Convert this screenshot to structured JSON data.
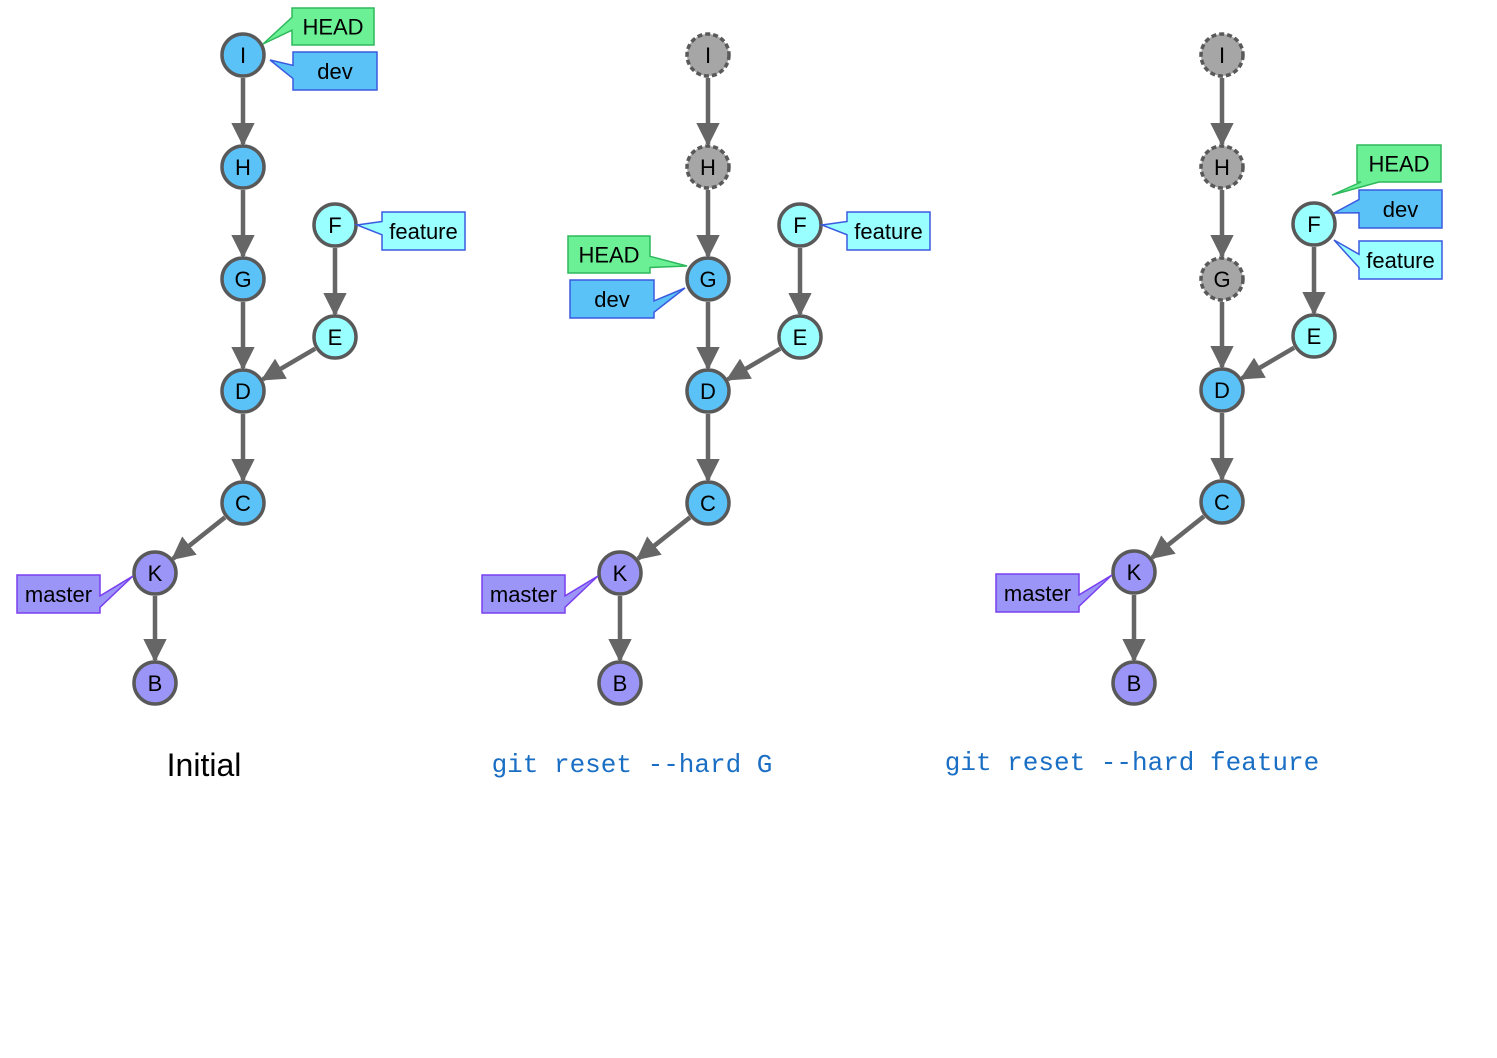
{
  "colors": {
    "branch_dev": "#5bc2f7",
    "branch_feature": "#99ffff",
    "branch_master": "#9a95f6",
    "orphaned": "#a6a6a6",
    "node_stroke": "#595959",
    "edge": "#666666",
    "tag_head": "#6cf095",
    "tag_head_stroke": "#2eb85c",
    "tag_dev": "#5bc2f7",
    "tag_dev_stroke": "#3a5adf",
    "tag_feature": "#99ffff",
    "tag_feature_stroke": "#3a5adf",
    "tag_master": "#9a95f6",
    "tag_master_stroke": "#7a3ff0",
    "code_text": "#1a6fc4"
  },
  "panels": [
    {
      "caption": "Initial",
      "caption_style": "plain",
      "commits": [
        {
          "id": "I",
          "state": "dev"
        },
        {
          "id": "H",
          "state": "dev"
        },
        {
          "id": "G",
          "state": "dev"
        },
        {
          "id": "F",
          "state": "feature"
        },
        {
          "id": "E",
          "state": "feature"
        },
        {
          "id": "D",
          "state": "dev"
        },
        {
          "id": "C",
          "state": "dev"
        },
        {
          "id": "K",
          "state": "master"
        },
        {
          "id": "B",
          "state": "master"
        }
      ],
      "refs": [
        {
          "name": "HEAD",
          "kind": "head",
          "target": "I"
        },
        {
          "name": "dev",
          "kind": "dev",
          "target": "I"
        },
        {
          "name": "feature",
          "kind": "feature",
          "target": "F"
        },
        {
          "name": "master",
          "kind": "master",
          "target": "K"
        }
      ]
    },
    {
      "caption": "git reset --hard G",
      "caption_style": "code",
      "commits": [
        {
          "id": "I",
          "state": "orphaned"
        },
        {
          "id": "H",
          "state": "orphaned"
        },
        {
          "id": "G",
          "state": "dev"
        },
        {
          "id": "F",
          "state": "feature"
        },
        {
          "id": "E",
          "state": "feature"
        },
        {
          "id": "D",
          "state": "dev"
        },
        {
          "id": "C",
          "state": "dev"
        },
        {
          "id": "K",
          "state": "master"
        },
        {
          "id": "B",
          "state": "master"
        }
      ],
      "refs": [
        {
          "name": "HEAD",
          "kind": "head",
          "target": "G"
        },
        {
          "name": "dev",
          "kind": "dev",
          "target": "G"
        },
        {
          "name": "feature",
          "kind": "feature",
          "target": "F"
        },
        {
          "name": "master",
          "kind": "master",
          "target": "K"
        }
      ]
    },
    {
      "caption": "git reset --hard feature",
      "caption_style": "code",
      "commits": [
        {
          "id": "I",
          "state": "orphaned"
        },
        {
          "id": "H",
          "state": "orphaned"
        },
        {
          "id": "G",
          "state": "orphaned"
        },
        {
          "id": "F",
          "state": "feature"
        },
        {
          "id": "E",
          "state": "feature"
        },
        {
          "id": "D",
          "state": "dev"
        },
        {
          "id": "C",
          "state": "dev"
        },
        {
          "id": "K",
          "state": "master"
        },
        {
          "id": "B",
          "state": "master"
        }
      ],
      "refs": [
        {
          "name": "HEAD",
          "kind": "head",
          "target": "F"
        },
        {
          "name": "dev",
          "kind": "dev",
          "target": "F"
        },
        {
          "name": "feature",
          "kind": "feature",
          "target": "F"
        },
        {
          "name": "master",
          "kind": "master",
          "target": "K"
        }
      ]
    }
  ],
  "edges": [
    {
      "from": "I",
      "to": "H"
    },
    {
      "from": "H",
      "to": "G"
    },
    {
      "from": "G",
      "to": "D"
    },
    {
      "from": "F",
      "to": "E"
    },
    {
      "from": "E",
      "to": "D"
    },
    {
      "from": "D",
      "to": "C"
    },
    {
      "from": "C",
      "to": "K"
    },
    {
      "from": "K",
      "to": "B"
    }
  ]
}
